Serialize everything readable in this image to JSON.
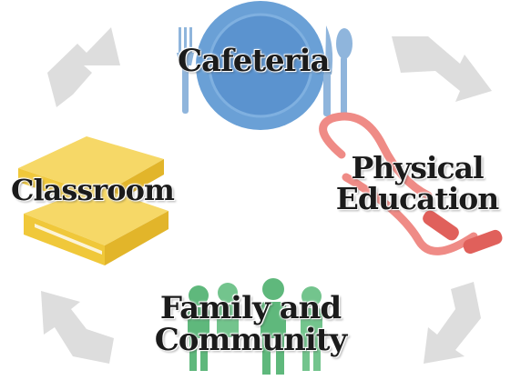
{
  "diagram": {
    "nodes": [
      {
        "id": "cafeteria",
        "lines": [
          "Cafeteria"
        ],
        "icon": "dinner-plate-icon",
        "icon_color": "#5b93cf"
      },
      {
        "id": "classroom",
        "lines": [
          "Classroom"
        ],
        "icon": "books-icon",
        "icon_color": "#f0c83a"
      },
      {
        "id": "physical-education",
        "lines": [
          "Physical",
          "Education"
        ],
        "icon": "jump-rope-icon",
        "icon_color": "#e8706b"
      },
      {
        "id": "family-community",
        "lines": [
          "Family and",
          "Community"
        ],
        "icon": "people-icon",
        "icon_color": "#5fb87c"
      }
    ],
    "arrow_color": "#dcdcdc",
    "arrow_direction": "clockwise"
  }
}
